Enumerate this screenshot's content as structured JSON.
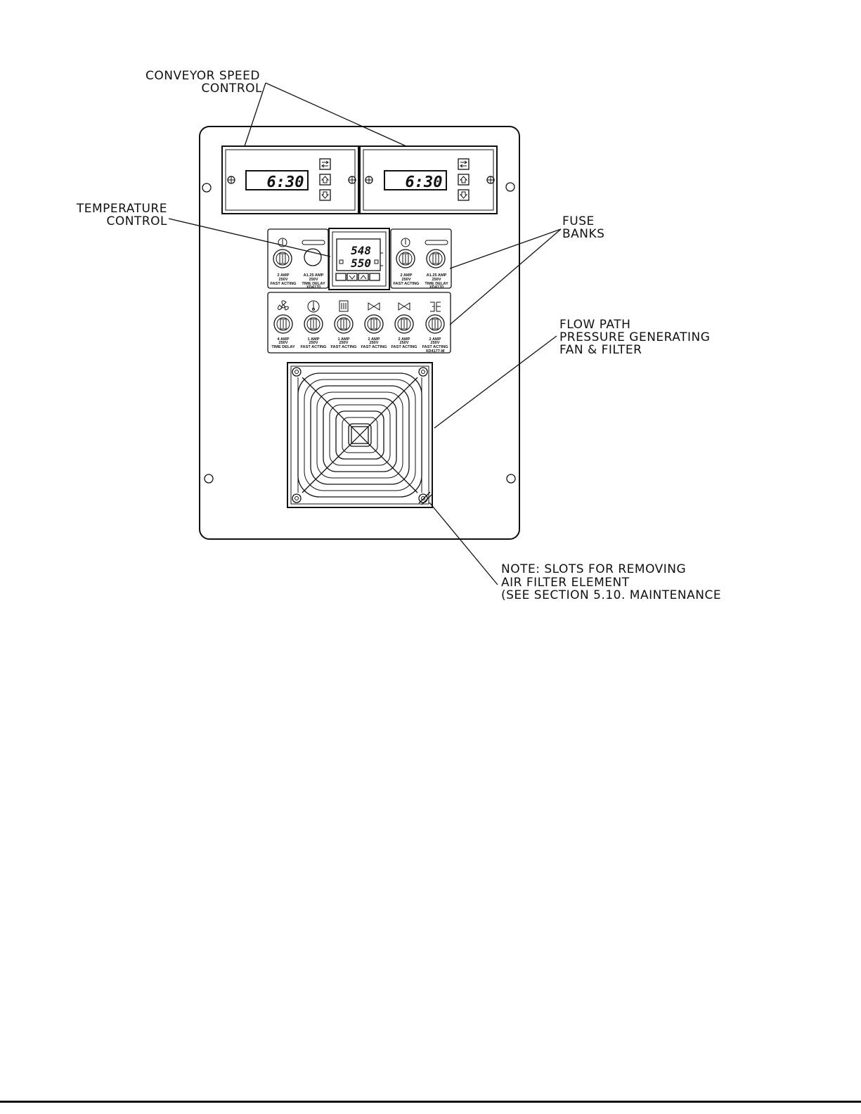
{
  "callouts": {
    "conveyor": [
      "CONVEYOR SPEED",
      "CONTROL"
    ],
    "temperature": [
      "TEMPERATURE",
      "CONTROL"
    ],
    "fuse": [
      "FUSE",
      "BANKS"
    ],
    "flow": [
      "FLOW PATH",
      "PRESSURE GENERATING",
      "FAN & FILTER"
    ],
    "note": [
      "NOTE: SLOTS FOR REMOVING",
      "AIR FILTER ELEMENT",
      "(SEE SECTION 5.10. MAINTENANCE"
    ]
  },
  "conveyor_displays": [
    "6:30",
    "6:30"
  ],
  "temp_controller": {
    "pv": "548",
    "sv": "550"
  },
  "fuse_bank_left": {
    "fuses": [
      {
        "icon": "thermometer-icon",
        "rating": [
          "2 AMP",
          "250V",
          "FAST ACTING"
        ]
      },
      {
        "icon": "heater-element-icon",
        "rating": [
          "A1.25 AMP",
          "250V",
          "TIME DELAY"
        ]
      }
    ],
    "part": "XD4170"
  },
  "fuse_bank_right": {
    "fuses": [
      {
        "icon": "thermometer-icon",
        "rating": [
          "2 AMP",
          "250V",
          "FAST ACTING"
        ]
      },
      {
        "icon": "heater-element-icon",
        "rating": [
          "A1.25 AMP",
          "250V",
          "TIME DELAY"
        ]
      }
    ],
    "part": "XD4170"
  },
  "fuse_bank_lower": {
    "fuses": [
      {
        "icon": "fan-icon",
        "rating": [
          "4 AMP",
          "250V",
          "TIME DELAY"
        ]
      },
      {
        "icon": "thermometer-icon",
        "rating": [
          "1 AMP",
          "250V",
          "FAST ACTING"
        ]
      },
      {
        "icon": "heater-icon",
        "rating": [
          "1 AMP",
          "250V",
          "FAST ACTING"
        ]
      },
      {
        "icon": "valve-icon",
        "rating": [
          "2 AMP",
          "250V",
          "FAST ACTING"
        ]
      },
      {
        "icon": "valve-icon",
        "rating": [
          "2 AMP",
          "250V",
          "FAST ACTING"
        ]
      },
      {
        "icon": "motor-icon",
        "rating": [
          "2 AMP",
          "250V",
          "FAST ACTING"
        ]
      }
    ],
    "part": "XD4177-M"
  }
}
